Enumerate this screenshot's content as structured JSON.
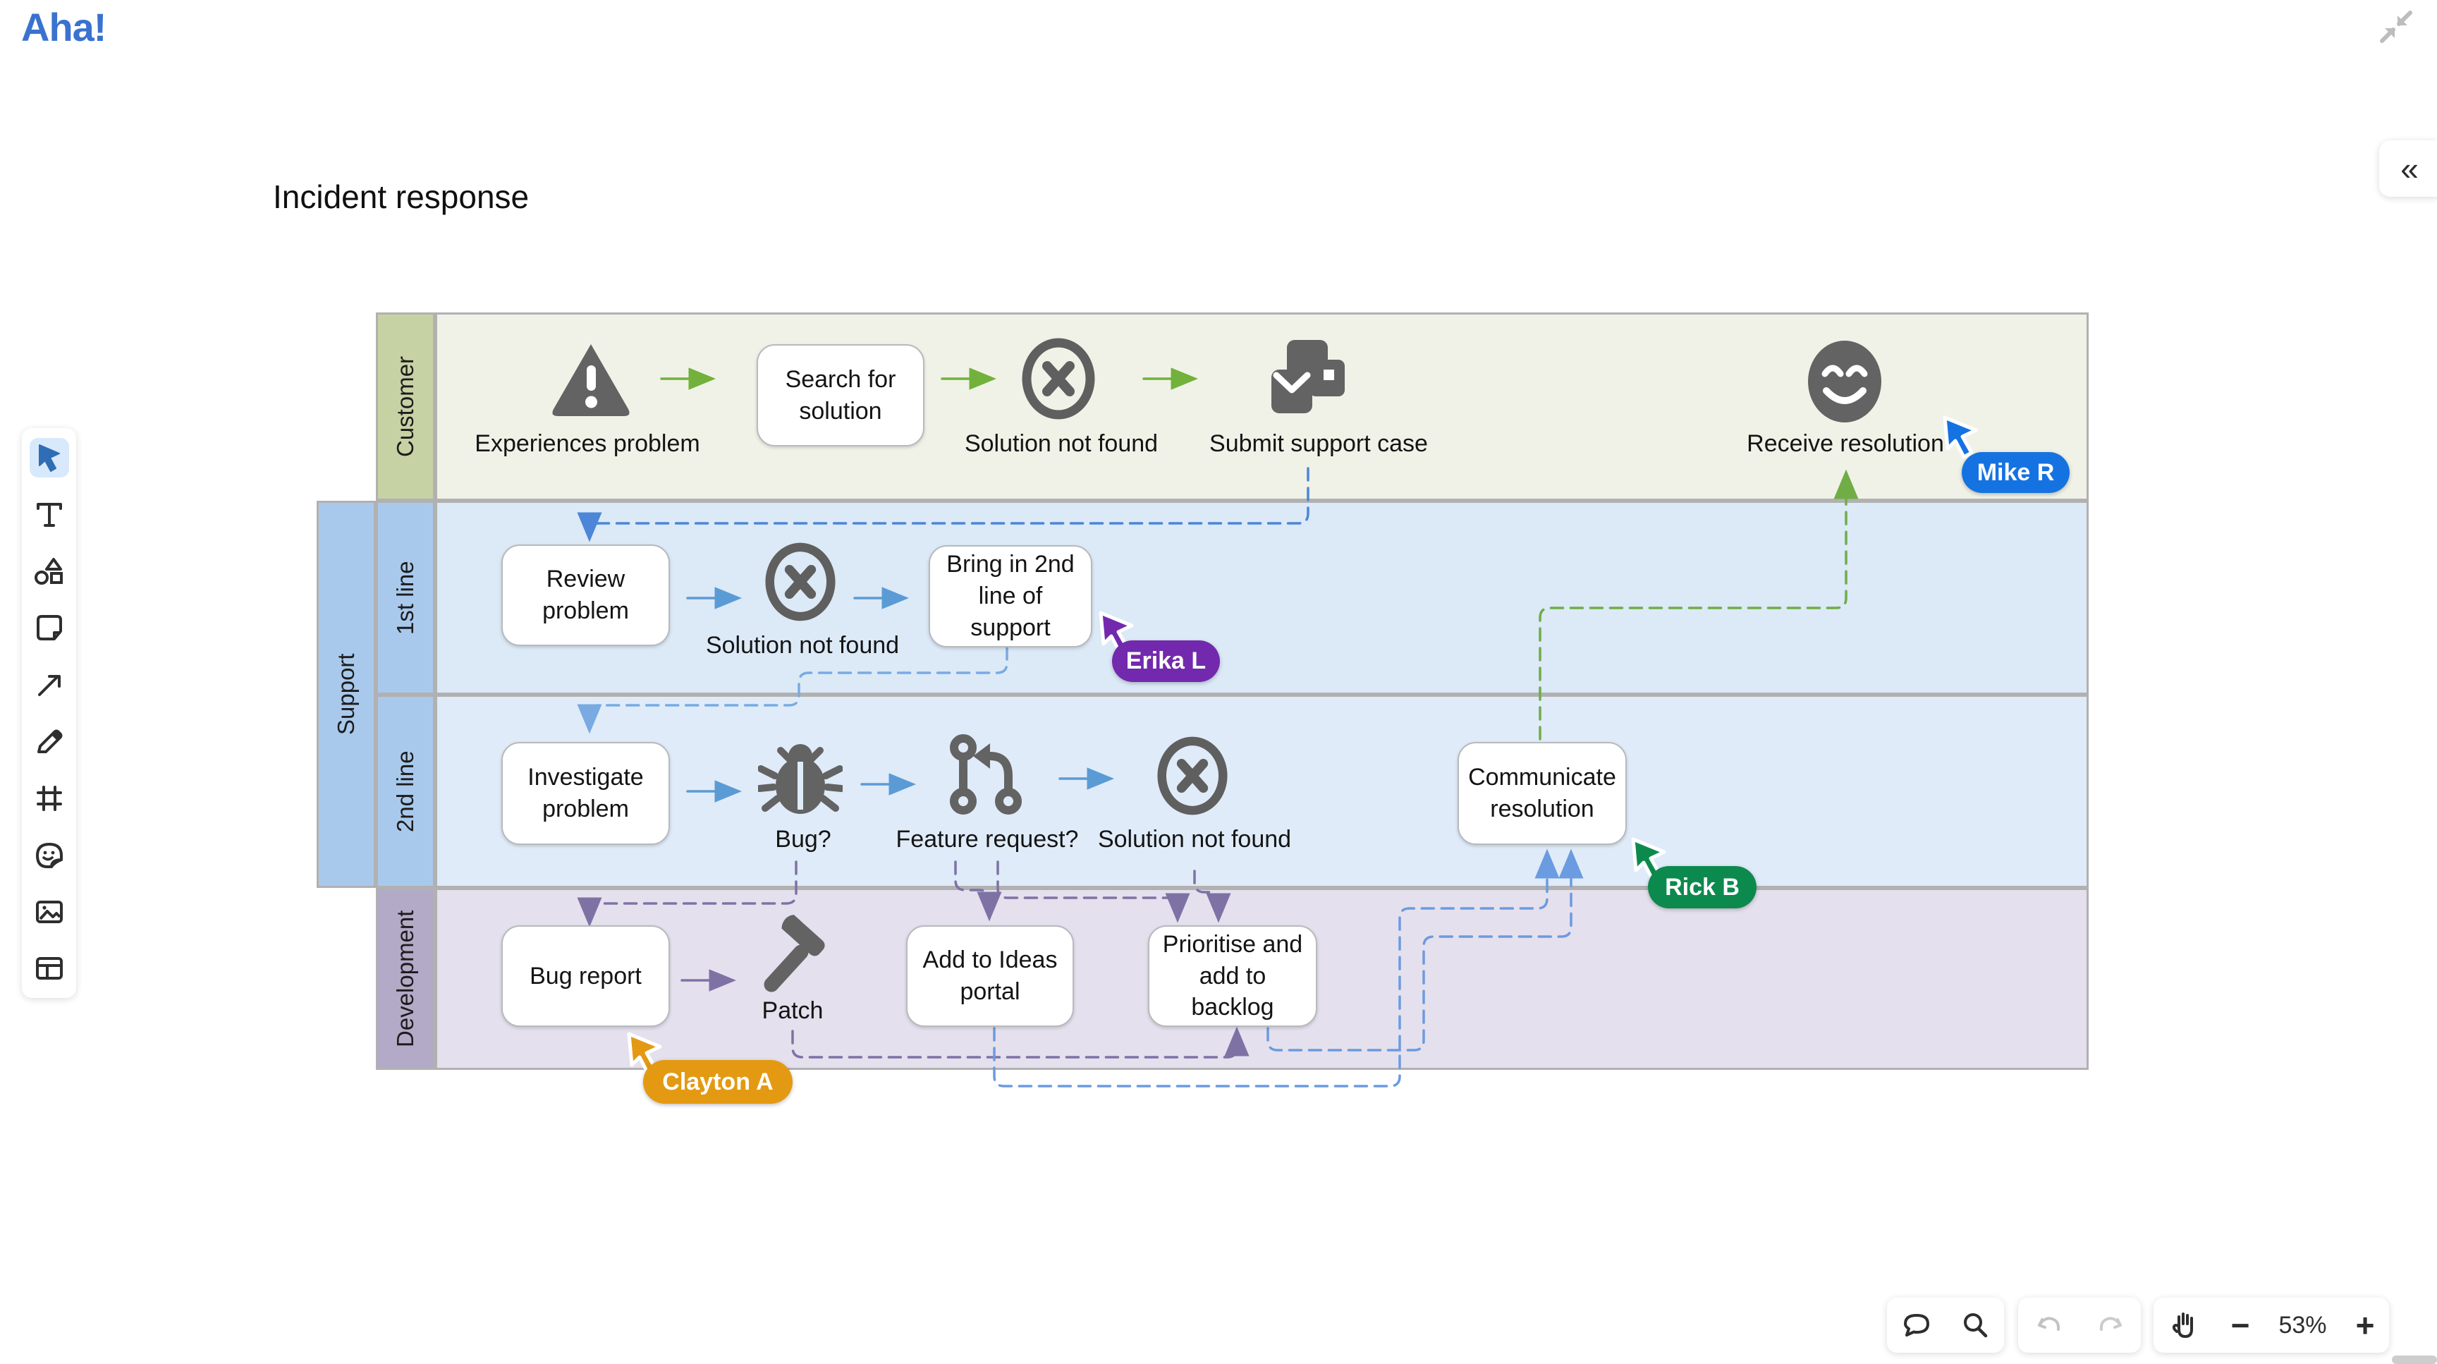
{
  "app": {
    "logo": "Aha!",
    "panel_toggle": "«",
    "colors": {
      "logo_blue": "#3a72d0",
      "accent_blue": "#1573e1"
    }
  },
  "board": {
    "title": "Incident response"
  },
  "toolbar": {
    "tools": [
      {
        "name": "select",
        "active": true
      },
      {
        "name": "text",
        "active": false
      },
      {
        "name": "shapes",
        "active": false
      },
      {
        "name": "sticky-note",
        "active": false
      },
      {
        "name": "connector-arrow",
        "active": false
      },
      {
        "name": "pen",
        "active": false
      },
      {
        "name": "frame",
        "active": false
      },
      {
        "name": "sticker",
        "active": false
      },
      {
        "name": "image",
        "active": false
      },
      {
        "name": "table",
        "active": false
      }
    ]
  },
  "swimlanes": {
    "group_label": "Support",
    "group_color": "#a9c9ec",
    "rows": [
      {
        "label": "Customer",
        "header_color": "#c6d2a4",
        "body_color": "#f0f2e7"
      },
      {
        "label": "1st line",
        "header_color": "#a9c9ec",
        "body_color": "#dce9f7"
      },
      {
        "label": "2nd line",
        "header_color": "#a9c9ec",
        "body_color": "#dfebf8"
      },
      {
        "label": "Development",
        "header_color": "#b2aac6",
        "body_color": "#e4e0ed"
      }
    ]
  },
  "nodes": {
    "experiences_problem": {
      "label": "Experiences problem"
    },
    "search_for_solution": {
      "label": "Search for solution"
    },
    "solution_not_found_1": {
      "label": "Solution not found"
    },
    "submit_support_case": {
      "label": "Submit support case"
    },
    "receive_resolution": {
      "label": "Receive resolution"
    },
    "review_problem": {
      "label": "Review problem"
    },
    "solution_not_found_2": {
      "label": "Solution not found"
    },
    "bring_in_2nd_line": {
      "label": "Bring in 2nd line of support"
    },
    "investigate_problem": {
      "label": "Investigate problem"
    },
    "bug": {
      "label": "Bug?"
    },
    "feature_request": {
      "label": "Feature request?"
    },
    "solution_not_found_3": {
      "label": "Solution not found"
    },
    "communicate_resolution": {
      "label": "Communicate resolution"
    },
    "bug_report": {
      "label": "Bug report"
    },
    "patch": {
      "label": "Patch"
    },
    "add_to_ideas_portal": {
      "label": "Add to Ideas portal"
    },
    "prioritise_backlog": {
      "label": "Prioritise and add to backlog"
    }
  },
  "connector_colors": {
    "green_solid": "#71b13c",
    "blue_solid": "#5b9bd5",
    "slate_solid": "#7e72a5",
    "blue_dashed_dark": "#4b86d8",
    "blue_dashed_light": "#79abe2",
    "blue_dashed": "#6b9be0",
    "green_dashed": "#70ad47",
    "slate_dashed": "#7e72a5"
  },
  "collaborators": [
    {
      "name": "Mike R",
      "color": "#1573e1"
    },
    {
      "name": "Erika L",
      "color": "#7229ad"
    },
    {
      "name": "Rick B",
      "color": "#0c8a4e"
    },
    {
      "name": "Clayton A",
      "color": "#e39a12"
    }
  ],
  "controls": {
    "zoom_percent": "53%",
    "minus": "−",
    "plus": "+",
    "panel_toggle": "«"
  }
}
